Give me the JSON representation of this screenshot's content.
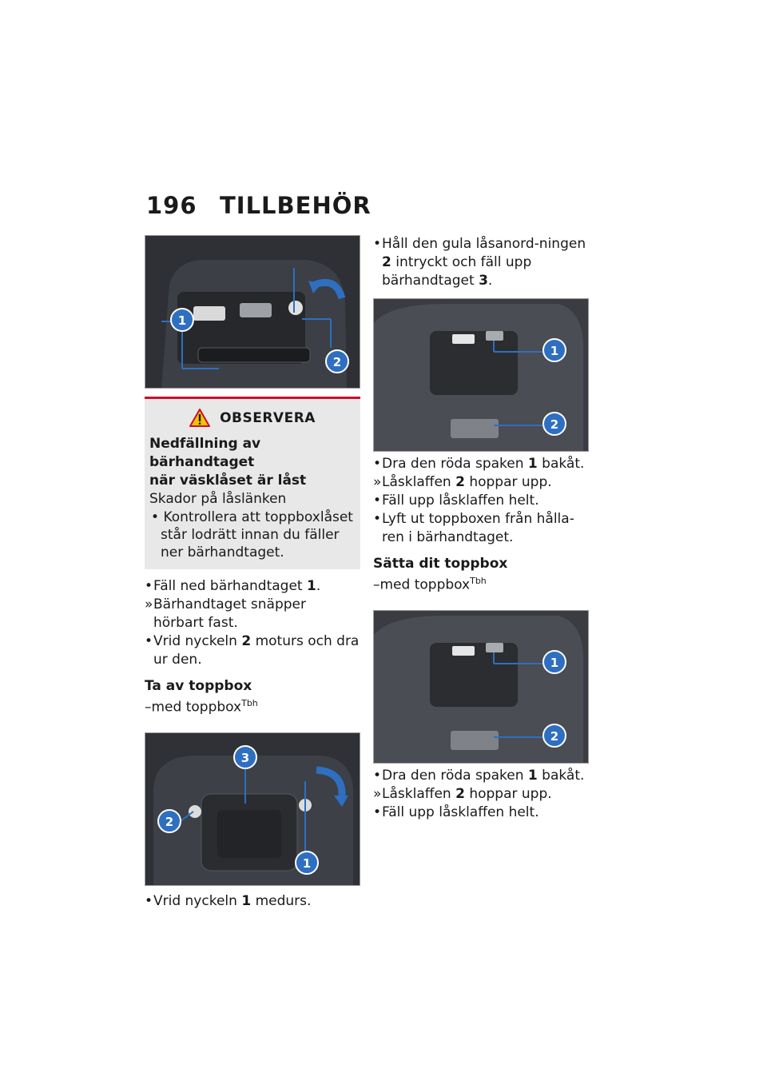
{
  "header": {
    "page_number": "196",
    "chapter": "TILLBEHÖR"
  },
  "left": {
    "notice": {
      "label": "OBSERVERA",
      "title_line1": "Nedfällning av bärhandtaget",
      "title_line2": "när väsklåset är låst",
      "consequence": "Skador på låslänken",
      "bullet_line1": "Kontrollera att toppboxlåset",
      "bullet_line2": "står lodrätt innan du fäller",
      "bullet_line3": "ner bärhandtaget."
    },
    "steps": [
      {
        "mark": "•",
        "text": "Fäll ned bärhandtaget ",
        "ref": "1",
        "after": "."
      },
      {
        "mark": "»",
        "text": "Bärhandtaget snäpper hörbart fast."
      },
      {
        "mark": "•",
        "text": "Vrid nyckeln ",
        "ref": "2",
        "after": " moturs och dra ur den."
      }
    ],
    "section": {
      "title": "Ta av toppbox",
      "sub": "–med toppbox",
      "sup": "Tbh"
    },
    "steps2": [
      {
        "mark": "•",
        "text": "Vrid nyckeln ",
        "ref": "1",
        "after": " medurs."
      }
    ],
    "photo1_badges": [
      "1",
      "2"
    ],
    "photo2_badges": [
      "3",
      "2",
      "1"
    ]
  },
  "right": {
    "steps1": [
      {
        "mark": "•",
        "text": "Håll den gula låsanord-ningen ",
        "ref": "2",
        "after": " intryckt och fäll upp bärhandtaget ",
        "ref2": "3",
        "after2": "."
      }
    ],
    "steps2": [
      {
        "mark": "•",
        "text": "Dra den röda spaken ",
        "ref": "1",
        "after": " bakåt."
      },
      {
        "mark": "»",
        "text": "Låsklaffen ",
        "ref": "2",
        "after": " hoppar upp."
      },
      {
        "mark": "•",
        "text": "Fäll upp låsklaffen helt.",
        "ref": "",
        "after": ""
      },
      {
        "mark": "•",
        "text": "Lyft ut toppboxen från hålla-ren i bärhandtaget.",
        "ref": "",
        "after": ""
      }
    ],
    "section": {
      "title": "Sätta dit toppbox",
      "sub": "–med toppbox",
      "sup": "Tbh"
    },
    "steps3": [
      {
        "mark": "•",
        "text": "Dra den röda spaken ",
        "ref": "1",
        "after": " bakåt."
      },
      {
        "mark": "»",
        "text": "Låsklaffen ",
        "ref": "2",
        "after": " hoppar upp."
      },
      {
        "mark": "•",
        "text": "Fäll upp låsklaffen helt.",
        "ref": "",
        "after": ""
      }
    ],
    "photo3_badges": [
      "1",
      "2"
    ],
    "photo4_badges": [
      "1",
      "2"
    ]
  },
  "colors": {
    "accent_blue": "#2e6fc1",
    "warning_red": "#c8102e",
    "warning_yellow": "#f2c300"
  }
}
